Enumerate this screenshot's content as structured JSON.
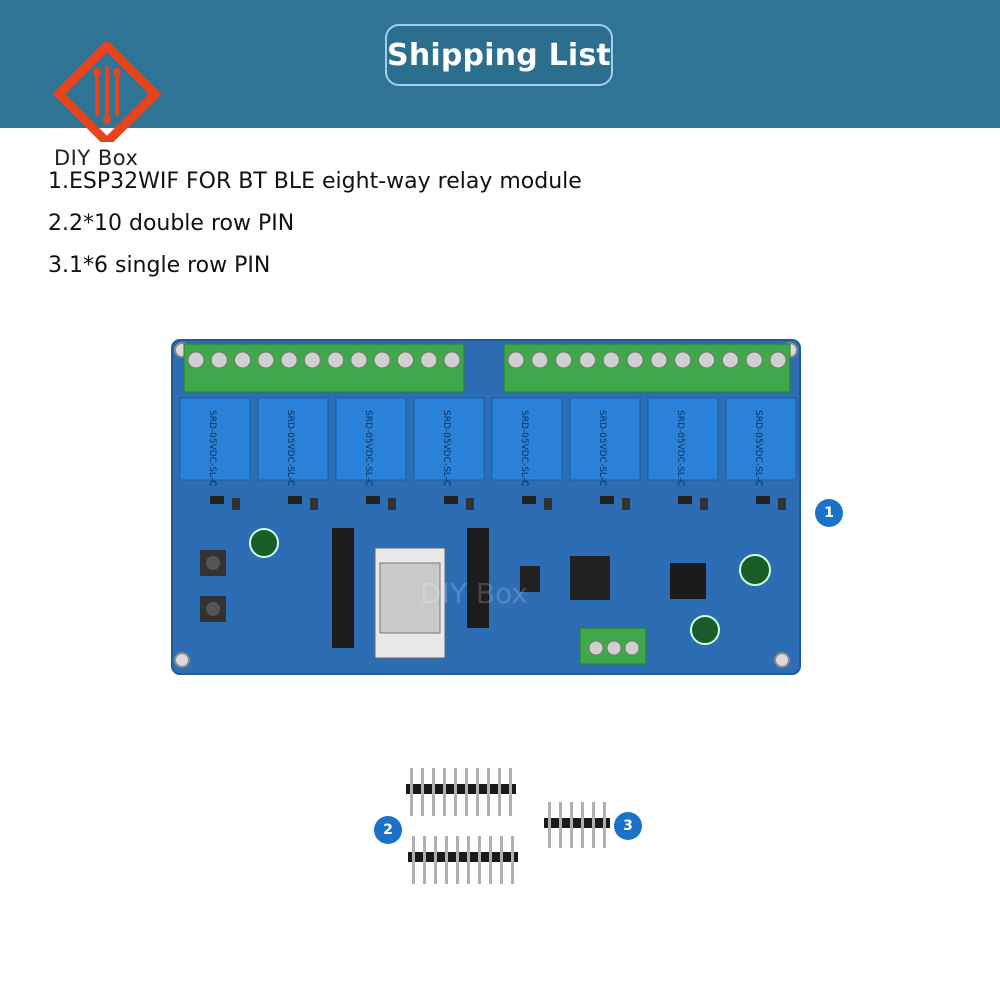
{
  "header": {
    "title": "Shipping List"
  },
  "brand": {
    "name": "DIY Box",
    "logo_color": "#e8441c"
  },
  "items": [
    "1.ESP32WIF FOR BT BLE eight-way relay module",
    "2.2*10 double row PIN",
    "3.1*6 single row PIN"
  ],
  "badges": [
    "1",
    "2",
    "3"
  ],
  "board": {
    "relay_label": "SRD-05VDC-SL-C",
    "watermark": "DIY Box"
  },
  "colors": {
    "header_bg": "#2f7494",
    "board_bg": "#2c6db3",
    "terminal_green": "#3ea84a",
    "badge_blue": "#1a73c9"
  }
}
